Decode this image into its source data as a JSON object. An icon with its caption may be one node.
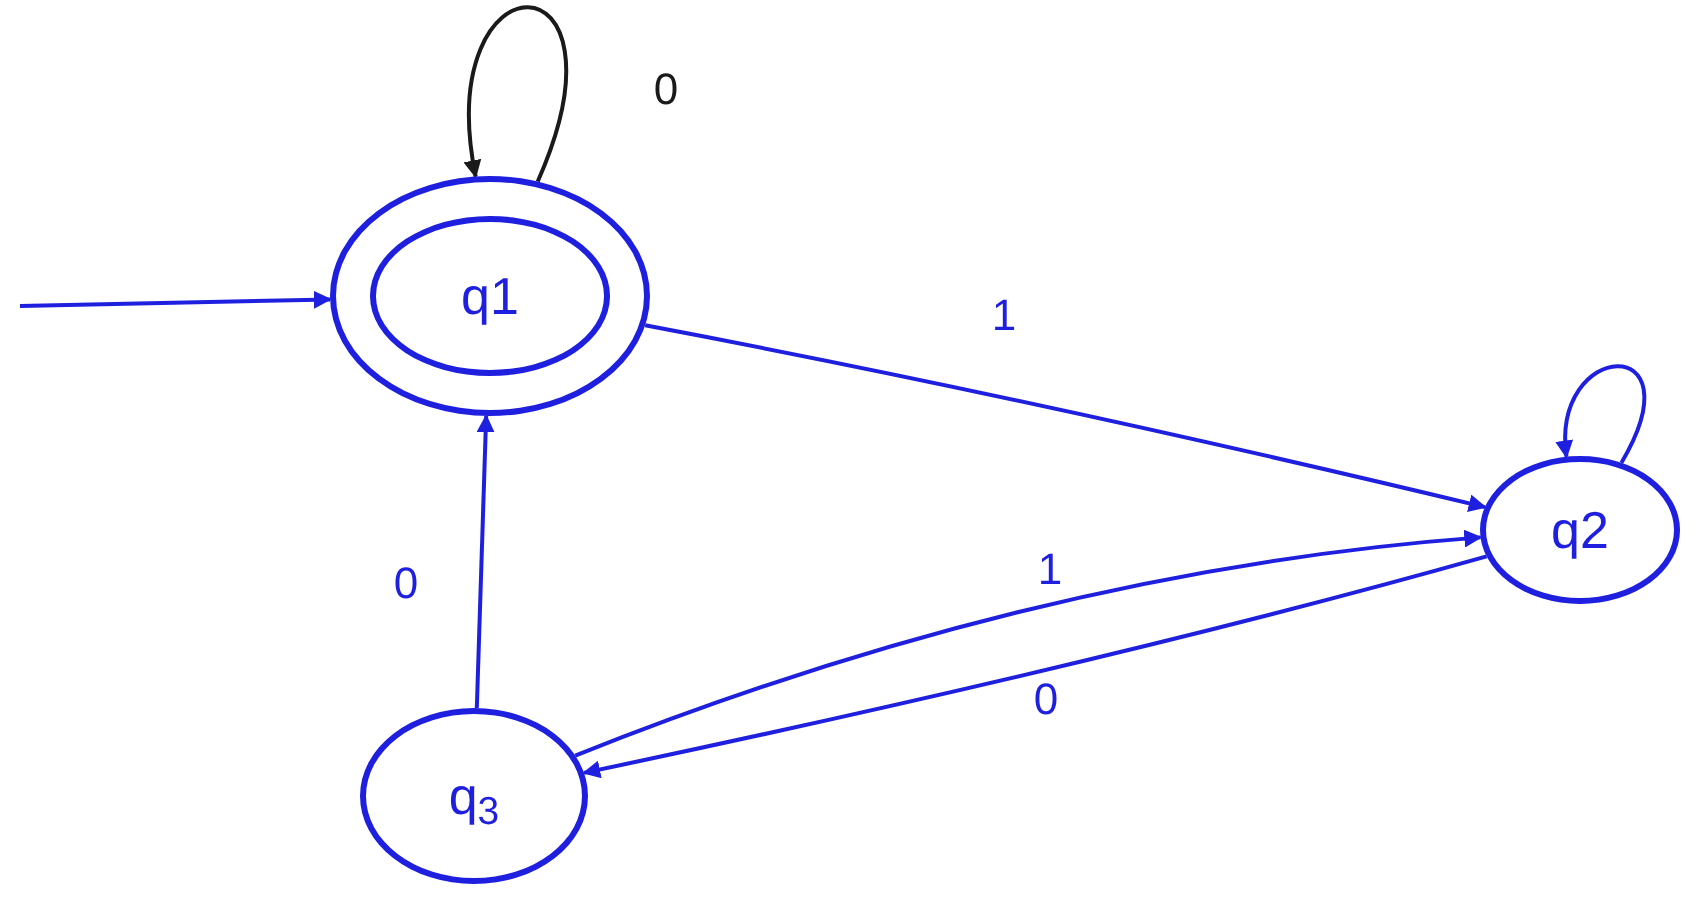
{
  "diagram": {
    "nodes": [
      {
        "text": [
          "q1"
        ]
      },
      {
        "text": [
          "q2"
        ]
      },
      {
        "text": [
          "q$_{3}$"
        ]
      }
    ],
    "edges": [
      {
        "from": null,
        "to": 0,
        "arrow": "to"
      },
      {
        "from": 0,
        "to": 0,
        "arrow": "to",
        "label": "0",
        "color": "#1a1a1a"
      },
      {
        "from": 0,
        "to": 1,
        "arrow": "to",
        "label": "1"
      },
      {
        "from": 1,
        "to": 1,
        "arrow": "to"
      },
      {
        "from": 2,
        "to": 1,
        "arrow": "to",
        "label": "1"
      },
      {
        "from": 1,
        "to": 2,
        "arrow": "to",
        "label": "0"
      },
      {
        "from": 2,
        "to": 0,
        "arrow": "to",
        "label": "0"
      }
    ]
  }
}
